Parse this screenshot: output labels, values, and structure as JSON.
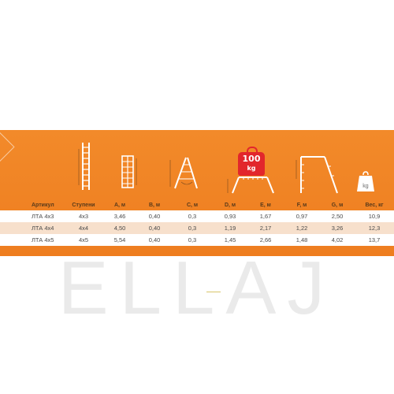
{
  "banner": {
    "accent_color": "#f08324",
    "weight_badge": {
      "value": "100",
      "unit": "kg"
    },
    "weight_icon": {
      "unit": "kg"
    },
    "icons": [
      "ladder-extended-icon",
      "ladder-folded-icon",
      "ladder-a-frame-icon",
      "ladder-platform-icon",
      "ladder-scaffold-icon",
      "weight-icon"
    ]
  },
  "table": {
    "headers": [
      "Артикул",
      "Ступени",
      "А, м",
      "В, м",
      "С, м",
      "D, м",
      "E, м",
      "F, м",
      "G, м",
      "Вес, кг"
    ],
    "rows": [
      [
        "ЛТА 4х3",
        "4х3",
        "3,46",
        "0,40",
        "0,3",
        "0,93",
        "1,67",
        "0,97",
        "2,50",
        "10,9"
      ],
      [
        "ЛТА 4х4",
        "4х4",
        "4,50",
        "0,40",
        "0,3",
        "1,19",
        "2,17",
        "1,22",
        "3,26",
        "12,3"
      ],
      [
        "ЛТА 4х5",
        "4х5",
        "5,54",
        "0,40",
        "0,3",
        "1,45",
        "2,66",
        "1,48",
        "4,02",
        "13,7"
      ]
    ]
  },
  "watermark": {
    "text": "ELLAJ"
  }
}
